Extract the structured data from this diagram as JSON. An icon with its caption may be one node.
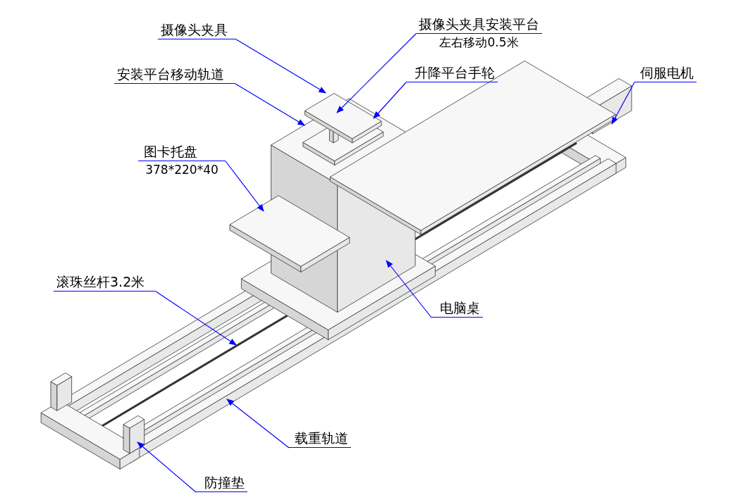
{
  "diagram": {
    "nodes": [
      {
        "text": [
          "摄像头夹具"
        ]
      },
      {
        "text": [
          "摄像头夹具安装平台",
          "左右移动0.5米"
        ]
      },
      {
        "text": [
          "安装平台移动轨道"
        ]
      },
      {
        "text": [
          "升降平台手轮"
        ]
      },
      {
        "text": [
          "伺服电机"
        ]
      },
      {
        "text": [
          "图卡托盘",
          "378*220*40"
        ]
      },
      {
        "text": [
          "滚珠丝杆3.2米"
        ]
      },
      {
        "text": [
          "电脑桌"
        ]
      },
      {
        "text": [
          "载重轨道"
        ]
      },
      {
        "text": [
          "防撞垫"
        ]
      }
    ],
    "edges": [
      {
        "from": 0,
        "to": null,
        "arrow": "to"
      },
      {
        "from": 1,
        "to": null,
        "arrow": "to"
      },
      {
        "from": 2,
        "to": null,
        "arrow": "to"
      },
      {
        "from": 3,
        "to": null,
        "arrow": "to"
      },
      {
        "from": 4,
        "to": null,
        "arrow": "to"
      },
      {
        "from": 5,
        "to": null,
        "arrow": "to"
      },
      {
        "from": 6,
        "to": null,
        "arrow": "to"
      },
      {
        "from": 7,
        "to": null,
        "arrow": "to"
      },
      {
        "from": 8,
        "to": null,
        "arrow": "to"
      },
      {
        "from": 9,
        "to": null,
        "arrow": "to"
      }
    ]
  }
}
